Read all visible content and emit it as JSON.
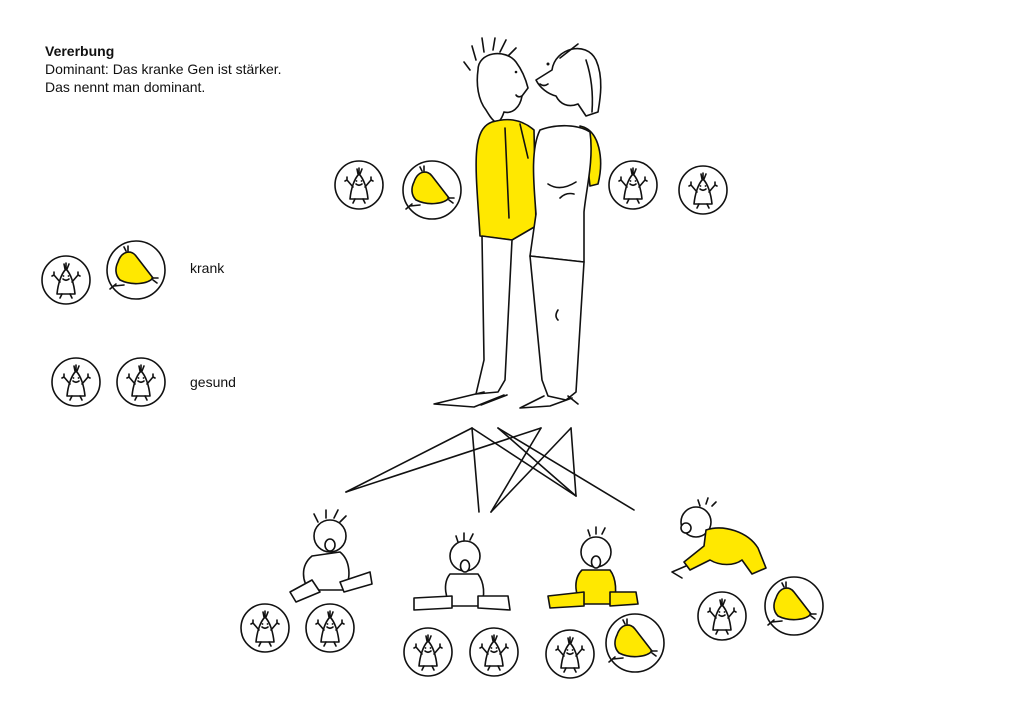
{
  "title": "Vererbung",
  "line1": "Dominant: Das kranke Gen ist stärker.",
  "line2": "Das nennt man dominant.",
  "legend": {
    "sick_label": "krank",
    "healthy_label": "gesund"
  },
  "colors": {
    "sick_gene": "#ffe800",
    "line": "#111111",
    "background": "#ffffff"
  },
  "parents": {
    "father": {
      "genes": [
        "healthy",
        "sick"
      ],
      "shirt": "yellow"
    },
    "mother": {
      "genes": [
        "healthy",
        "healthy"
      ],
      "shirt": "white"
    }
  },
  "children": [
    {
      "genes": [
        "healthy",
        "healthy"
      ],
      "clothes": "white"
    },
    {
      "genes": [
        "healthy",
        "healthy"
      ],
      "clothes": "white"
    },
    {
      "genes": [
        "healthy",
        "sick"
      ],
      "clothes": "yellow"
    },
    {
      "genes": [
        "healthy",
        "sick"
      ],
      "clothes": "yellow"
    }
  ]
}
